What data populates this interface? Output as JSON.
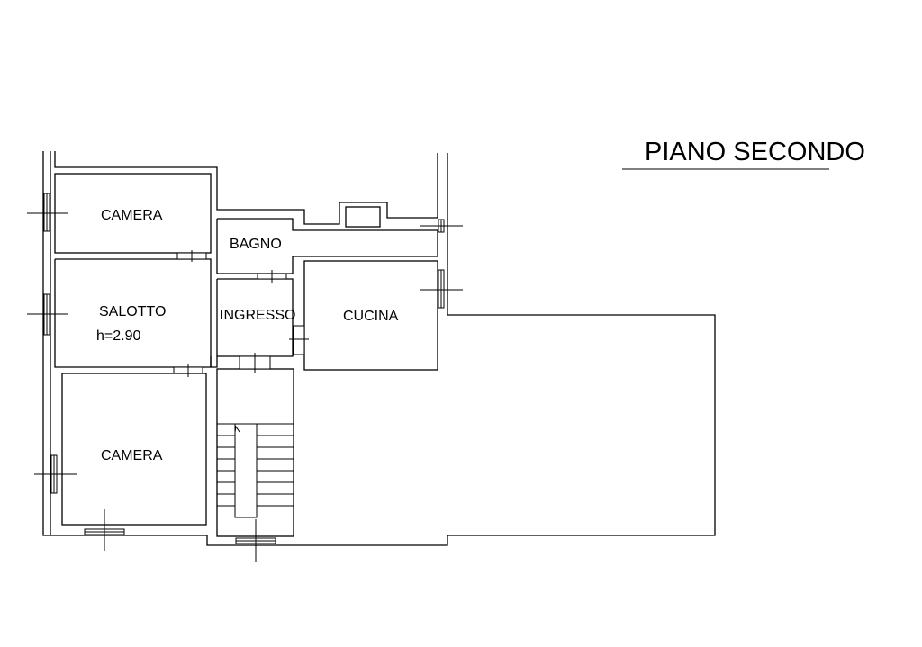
{
  "title": "PIANO SECONDO",
  "rooms": {
    "camera_top": "CAMERA",
    "bagno": "BAGNO",
    "salotto": "SALOTTO",
    "salotto_height": "h=2.90",
    "ingresso": "INGRESSO",
    "cucina": "CUCINA",
    "camera_bottom": "CAMERA"
  }
}
